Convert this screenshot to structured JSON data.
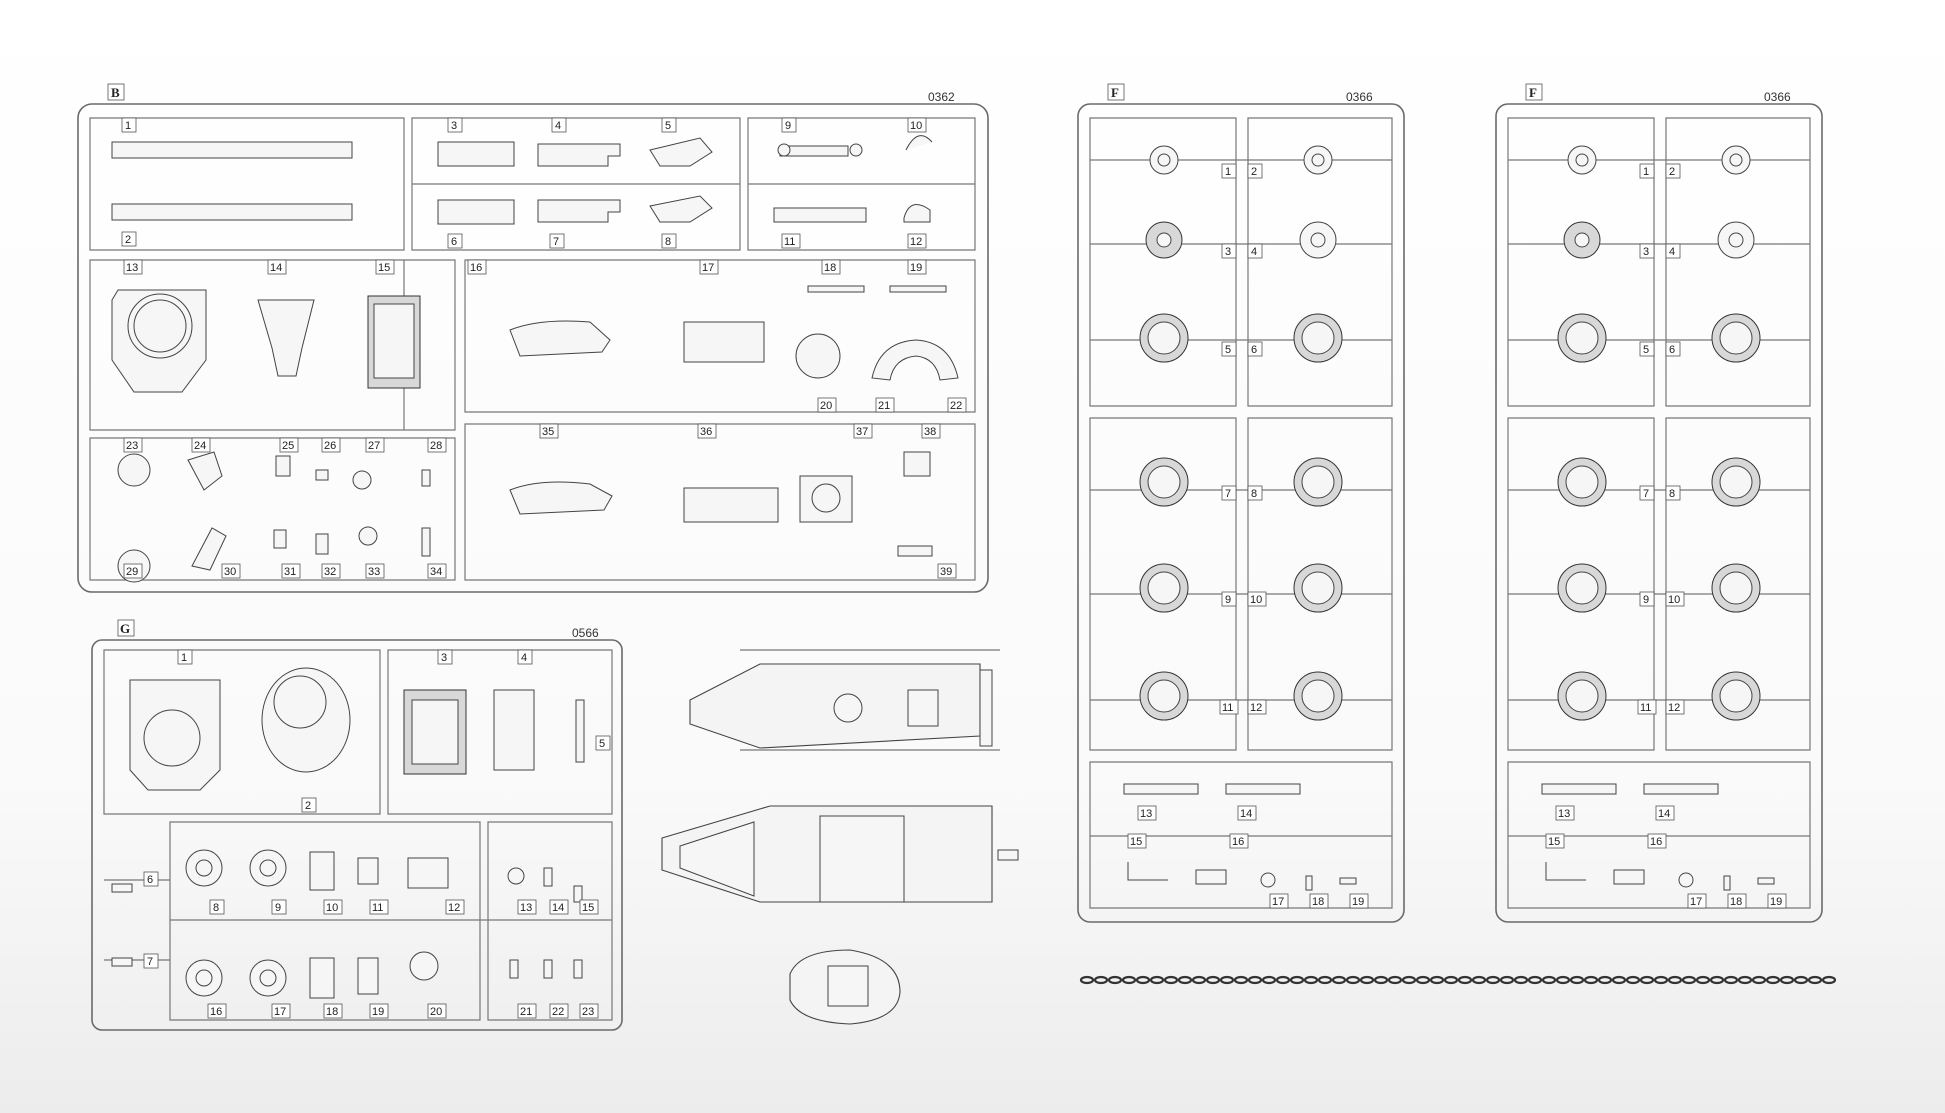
{
  "sprues": {
    "B": {
      "letter": "B",
      "code": "0362",
      "parts": [
        "1",
        "2",
        "3",
        "4",
        "5",
        "6",
        "7",
        "8",
        "9",
        "10",
        "11",
        "12",
        "13",
        "14",
        "15",
        "16",
        "17",
        "18",
        "19",
        "20",
        "21",
        "22",
        "23",
        "24",
        "25",
        "26",
        "27",
        "28",
        "29",
        "30",
        "31",
        "32",
        "33",
        "34",
        "35",
        "36",
        "37",
        "38",
        "39"
      ]
    },
    "G": {
      "letter": "G",
      "code": "0566",
      "parts": [
        "1",
        "2",
        "3",
        "4",
        "5",
        "6",
        "7",
        "8",
        "9",
        "10",
        "11",
        "12",
        "13",
        "14",
        "15",
        "16",
        "17",
        "18",
        "19",
        "20",
        "21",
        "22",
        "23"
      ]
    },
    "F1": {
      "letter": "F",
      "code": "0366",
      "parts": [
        "1",
        "2",
        "3",
        "4",
        "5",
        "6",
        "7",
        "8",
        "9",
        "10",
        "11",
        "12",
        "13",
        "14",
        "15",
        "16",
        "17",
        "18",
        "19"
      ]
    },
    "F2": {
      "letter": "F",
      "code": "0366",
      "parts": [
        "1",
        "2",
        "3",
        "4",
        "5",
        "6",
        "7",
        "8",
        "9",
        "10",
        "11",
        "12",
        "13",
        "14",
        "15",
        "16",
        "17",
        "18",
        "19"
      ]
    }
  },
  "loose_parts": [
    "chassis-top",
    "chassis-bottom",
    "turret-floor",
    "track-chain"
  ]
}
